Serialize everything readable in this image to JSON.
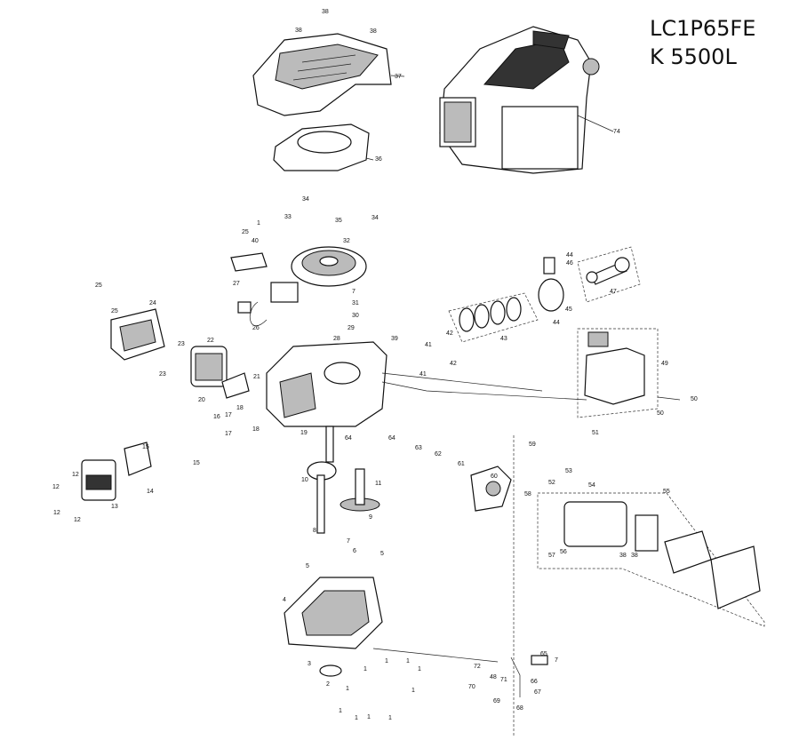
{
  "header": {
    "model_line1": "LC1P65FE",
    "model_line2": "K 5500L"
  },
  "callouts": [
    "38",
    "38",
    "38",
    "37",
    "36",
    "74",
    "34",
    "33",
    "35",
    "34",
    "1",
    "25",
    "40",
    "32",
    "27",
    "44",
    "46",
    "47",
    "45",
    "44",
    "25",
    "7",
    "31",
    "30",
    "29",
    "25",
    "24",
    "28",
    "26",
    "43",
    "39",
    "41",
    "42",
    "42",
    "41",
    "49",
    "23",
    "22",
    "21",
    "20",
    "23",
    "50",
    "18",
    "17",
    "17",
    "18",
    "16",
    "19",
    "50",
    "51",
    "15",
    "15",
    "64",
    "64",
    "63",
    "62",
    "61",
    "59",
    "14",
    "13",
    "12",
    "12",
    "12",
    "12",
    "10",
    "11",
    "60",
    "52",
    "53",
    "54",
    "55",
    "58",
    "9",
    "8",
    "7",
    "6",
    "5",
    "5",
    "4",
    "57",
    "56",
    "38",
    "38",
    "3",
    "1",
    "1",
    "1",
    "1",
    "65",
    "72",
    "7",
    "2",
    "1",
    "48",
    "71",
    "70",
    "66",
    "1",
    "1",
    "1",
    "1",
    "67",
    "69",
    "68",
    "1"
  ]
}
